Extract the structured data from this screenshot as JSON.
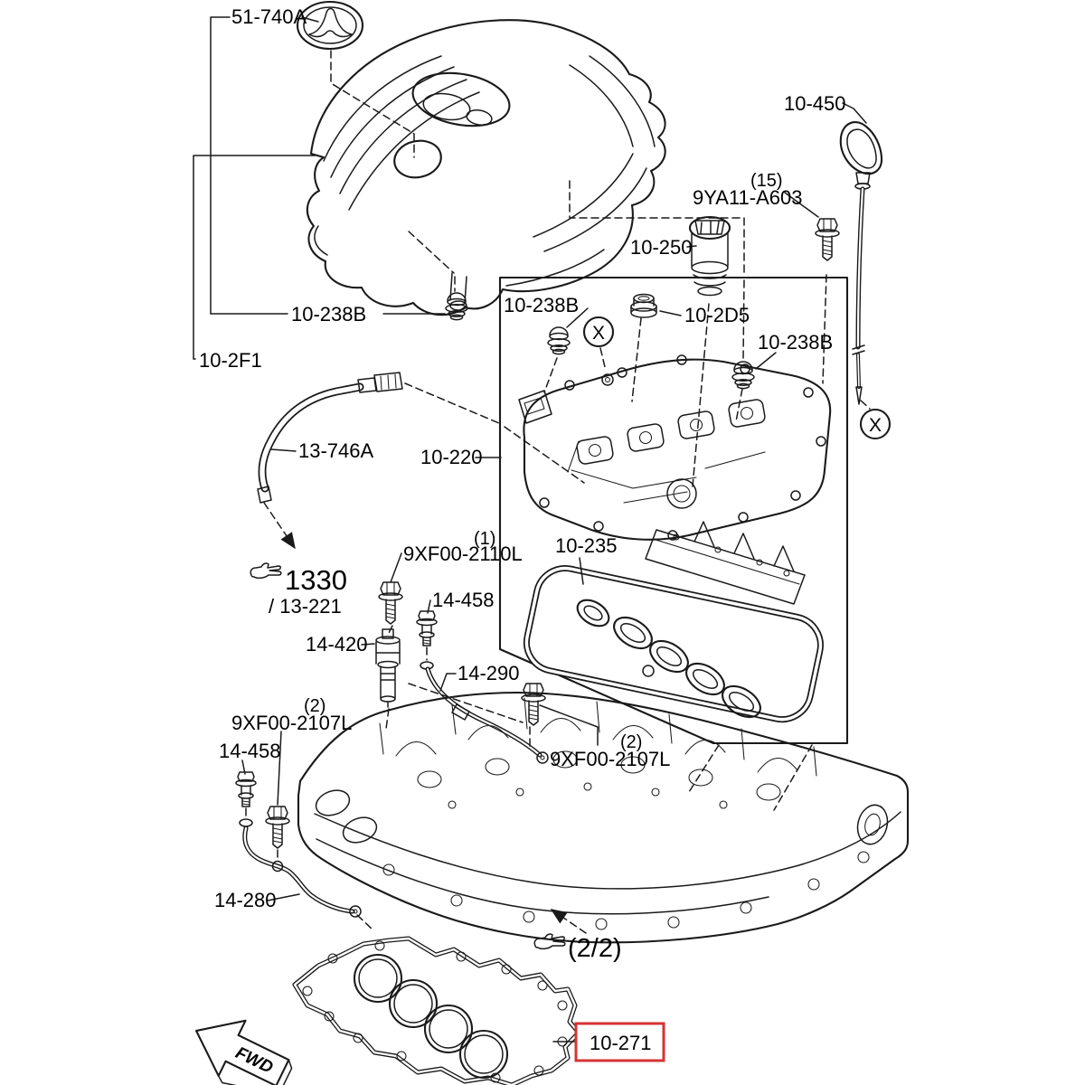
{
  "diagram": {
    "kind": "engine-parts-exploded-diagram",
    "subject": "cylinder head cover / head gasket assembly",
    "colors": {
      "line": "#1a1a1a",
      "background": "#ffffff",
      "highlight_box": "#d63333"
    },
    "highlighted_part": "10-271",
    "labels": {
      "emblem": "51-740A",
      "dipstick": "10-450",
      "cover_bolt_qty": "(15)",
      "cover_bolt": "9YA11-A603",
      "oil_filler_cap": "10-250",
      "grommet_outer": "10-238B",
      "grommet_inner_left": "10-238B",
      "grommet_inner_right": "10-238B",
      "engine_cover": "10-2F1",
      "seal_cap": "10-2D5",
      "cylinder_head_cover": "10-220",
      "cover_gasket": "10-235",
      "vent_hose": "13-746A",
      "ref_code": "1330",
      "ref_section": "/ 13-221",
      "ocv_bolt_qty": "(1)",
      "ocv_bolt": "9XF00-2110L",
      "union_bolt_upper": "14-458",
      "oil_control_valve": "14-420",
      "oil_pipe_upper": "14-290",
      "pipe_bolt_right_qty": "(2)",
      "pipe_bolt_right": "9XF00-2107L",
      "pipe_bolt_left_qty": "(2)",
      "pipe_bolt_left": "9XF00-2107L",
      "union_bolt_lower": "14-458",
      "oil_pipe_lower": "14-280",
      "sheet_ref": "(2/2)",
      "head_gasket": "10-271",
      "fwd_marker": "FWD",
      "x_marker": "X"
    }
  }
}
